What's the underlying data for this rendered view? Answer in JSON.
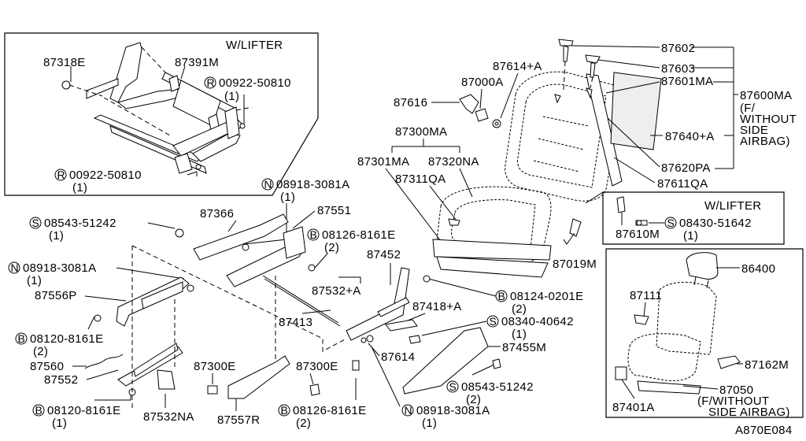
{
  "boxes": {
    "lifter_top": "W/LIFTER",
    "lifter_right": "W/LIFTER"
  },
  "labels": {
    "p87318E": "87318E",
    "p87391M": "87391M",
    "r00922a": "00922-50810",
    "r00922a_qty": "(1)",
    "r00922b": "00922-50810",
    "r00922b_qty": "(1)",
    "p87602": "87602",
    "p87603": "87603",
    "p87614A": "87614+A",
    "p87000A": "87000A",
    "p87601MA": "87601MA",
    "p87616": "87616",
    "p87600MA": "87600MA",
    "note_f": "(F/",
    "note_without": "WITHOUT",
    "note_side": "SIDE",
    "note_airbag": "AIRBAG)",
    "p87300MA": "87300MA",
    "p87640A": "87640+A",
    "p87301MA": "87301MA",
    "p87320NA": "87320NA",
    "p87620PA": "87620PA",
    "p87311QA": "87311QA",
    "p87611QA": "87611QA",
    "n08918a": "08918-3081A",
    "n08918a_qty": "(1)",
    "p87366": "87366",
    "p87551": "87551",
    "s08543a": "08543-51242",
    "s08543a_qty": "(1)",
    "b08126a": "08126-8161E",
    "b08126a_qty": "(2)",
    "p87610M": "87610M",
    "s08430": "08430-51642",
    "s08430_qty": "(1)",
    "n08918b": "08918-3081A",
    "n08918b_qty": "(1)",
    "p87452": "87452",
    "p87019M": "87019M",
    "p86400": "86400",
    "p87532A": "87532+A",
    "p87556P": "87556P",
    "b08124": "08124-0201E",
    "b08124_qty": "(2)",
    "p87111": "87111",
    "p87418A": "87418+A",
    "p87413": "87413",
    "s08340": "08340-40642",
    "s08340_qty": "(1)",
    "b08120a": "08120-8161E",
    "b08120a_qty": "(2)",
    "p87455M": "87455M",
    "p87162M": "87162M",
    "p87560": "87560",
    "p87614": "87614",
    "p87300E_a": "87300E",
    "p87300E_b": "87300E",
    "p87552": "87552",
    "p87050": "87050",
    "note2_f": "(F/WITHOUT",
    "note2_side": "SIDE AIRBAG)",
    "s08543b": "08543-51242",
    "s08543b_qty": "(2)",
    "b08120b": "08120-8161E",
    "b08120b_qty": "(1)",
    "p87532NA": "87532NA",
    "p87557R": "87557R",
    "b08126b": "08126-8161E",
    "b08126b_qty": "(2)",
    "n08918c": "08918-3081A",
    "n08918c_qty": "(1)",
    "p87401A": "87401A",
    "drawing_code": "A870E084"
  },
  "symbols": {
    "R": "R",
    "N": "N",
    "S": "S",
    "B": "B"
  }
}
